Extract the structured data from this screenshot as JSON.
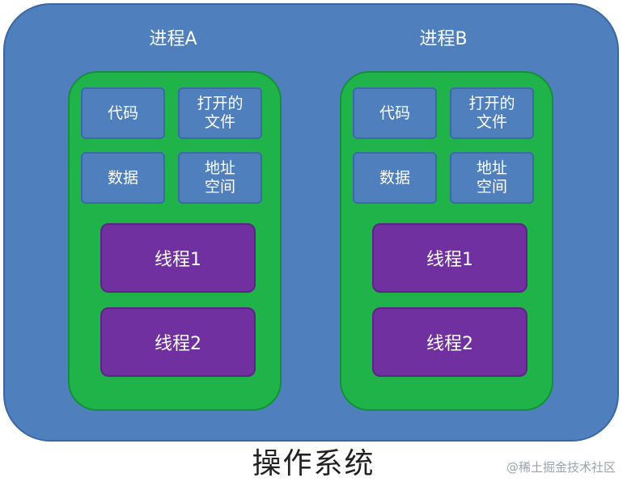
{
  "processes": [
    {
      "title": "进程A",
      "resources": [
        {
          "label": "代码"
        },
        {
          "label": "打开的\n文件"
        },
        {
          "label": "数据"
        },
        {
          "label": "地址\n空间"
        }
      ],
      "threads": [
        {
          "label": "线程1"
        },
        {
          "label": "线程2"
        }
      ]
    },
    {
      "title": "进程B",
      "resources": [
        {
          "label": "代码"
        },
        {
          "label": "打开的\n文件"
        },
        {
          "label": "数据"
        },
        {
          "label": "地址\n空间"
        }
      ],
      "threads": [
        {
          "label": "线程1"
        },
        {
          "label": "线程2"
        }
      ]
    }
  ],
  "os_label": "操作系统",
  "watermark": "@稀土掘金技术社区",
  "colors": {
    "os_fill": "#4f7fbd",
    "process_fill": "#1fb34a",
    "resource_fill": "#4f7fbd",
    "thread_fill": "#7030a0"
  }
}
